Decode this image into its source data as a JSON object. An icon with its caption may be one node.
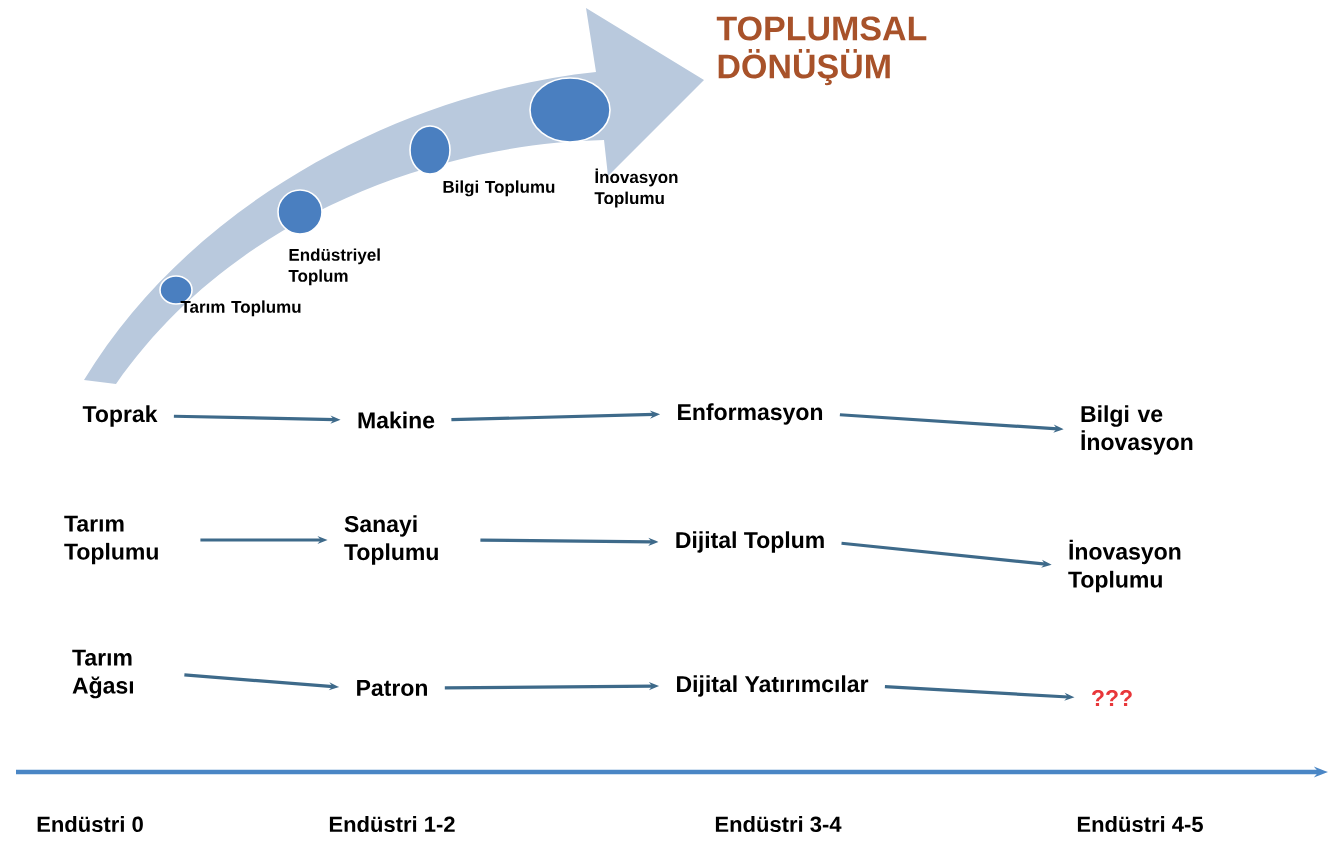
{
  "diagram": {
    "title": "TOPLUMSAL DÖNÜŞÜM",
    "nodes": [
      {
        "text": [],
        "shape": "circle",
        "beside": [
          "Tarım Toplumu"
        ]
      },
      {
        "text": [],
        "shape": "circle",
        "beside": [
          "Endüstriyel Toplum"
        ]
      },
      {
        "text": [],
        "shape": "circle",
        "beside": [
          "Bilgi Toplumu"
        ]
      },
      {
        "text": [],
        "shape": "circle",
        "beside": [
          "İnovasyon Toplumu"
        ]
      },
      {
        "text": [
          "Toprak"
        ]
      },
      {
        "text": [
          "Makine"
        ]
      },
      {
        "text": [
          "Enformasyon"
        ]
      },
      {
        "text": [
          "Bilgi ve İnovasyon"
        ]
      },
      {
        "text": [
          "Tarım Toplumu"
        ]
      },
      {
        "text": [
          "Sanayi Toplumu"
        ]
      },
      {
        "text": [
          "Dijital Toplum"
        ]
      },
      {
        "text": [
          "İnovasyon Toplumu"
        ]
      },
      {
        "text": [
          "Tarım Ağası"
        ]
      },
      {
        "text": [
          "Patron"
        ]
      },
      {
        "text": [
          "Dijital Yatırımcılar"
        ]
      },
      {
        "text": [
          "???"
        ]
      }
    ],
    "edges": [
      {
        "from": 4,
        "to": 5,
        "arrow": "to"
      },
      {
        "from": 5,
        "to": 6,
        "arrow": "to"
      },
      {
        "from": 6,
        "to": 7,
        "arrow": "to"
      },
      {
        "from": 8,
        "to": 9,
        "arrow": "to"
      },
      {
        "from": 9,
        "to": 10,
        "arrow": "to"
      },
      {
        "from": 10,
        "to": 11,
        "arrow": "to"
      },
      {
        "from": 12,
        "to": 13,
        "arrow": "to"
      },
      {
        "from": 13,
        "to": 14,
        "arrow": "to"
      },
      {
        "from": 14,
        "to": 15,
        "arrow": "to"
      }
    ],
    "labels": [
      "Endüstri 0",
      "Endüstri 1-2",
      "Endüstri 3-4",
      "Endüstri 4-5"
    ]
  }
}
